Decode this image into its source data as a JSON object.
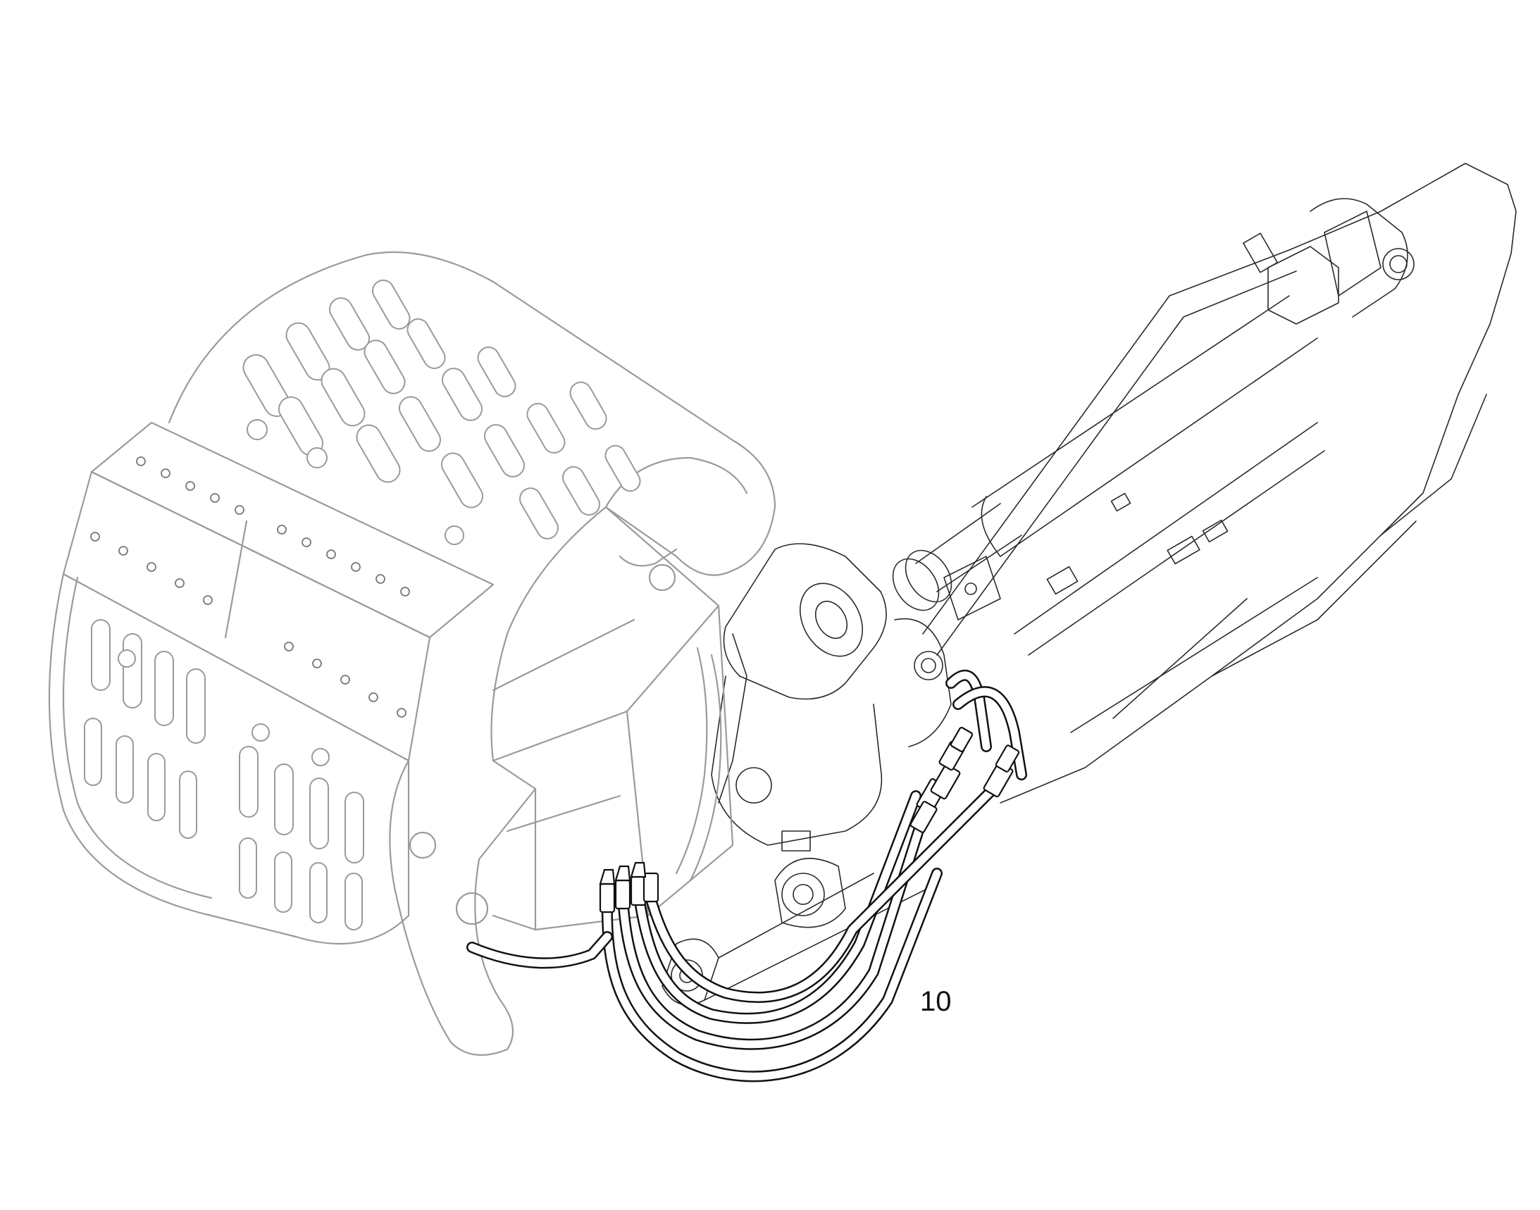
{
  "diagram": {
    "callouts": [
      {
        "label": "10"
      }
    ],
    "icons": [
      "screening-bucket-drawing",
      "excavator-arm-drawing",
      "hydraulic-hose-set"
    ],
    "colors": {
      "background": "#ffffff",
      "context_line": "#9a9a9a",
      "highlight_line": "#111111"
    }
  }
}
